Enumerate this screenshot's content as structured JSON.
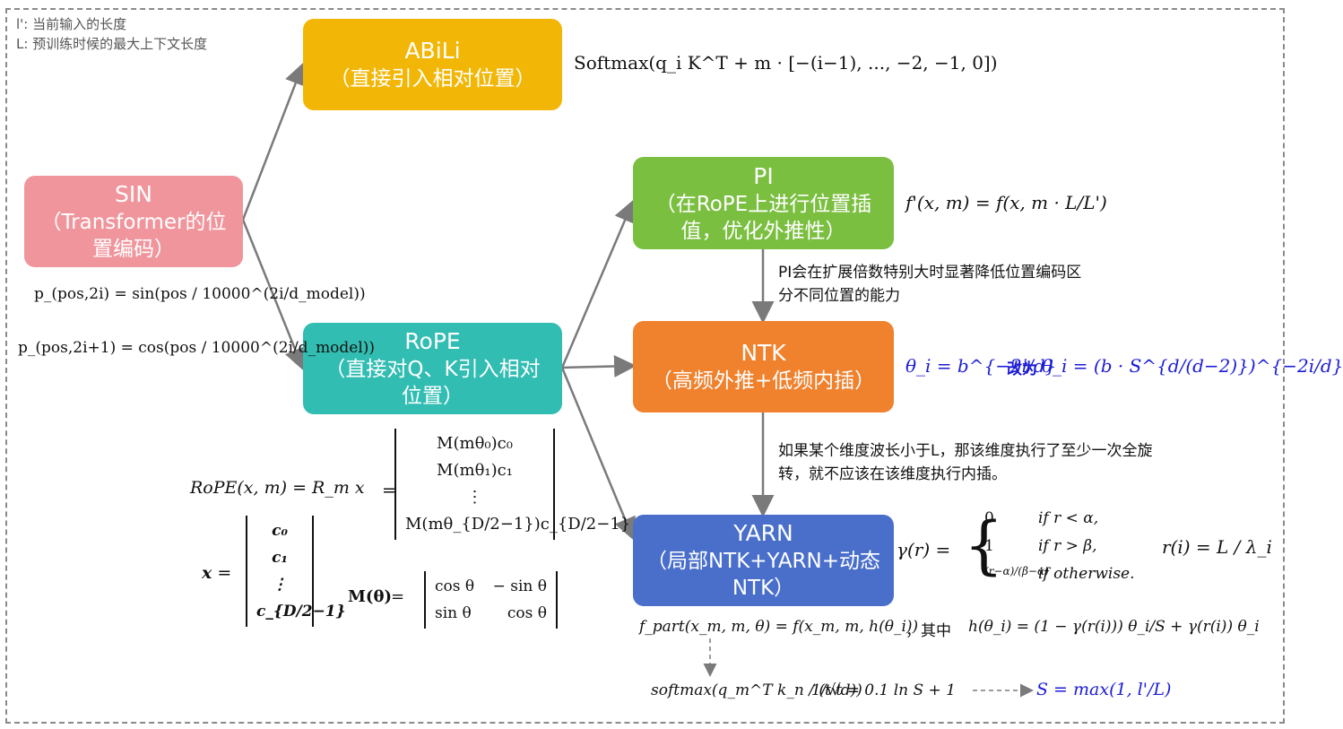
{
  "legend": {
    "line1": "l': 当前输入的长度",
    "line2": "L: 预训练时候的最大上下文长度"
  },
  "nodes": {
    "sin": {
      "title": "SIN",
      "subtitle": "（Transformer的位置编码）"
    },
    "abili": {
      "title": "ABiLi",
      "subtitle": "（直接引入相对位置）"
    },
    "rope": {
      "title": "RoPE",
      "subtitle": "（直接对Q、K引入相对位置）"
    },
    "pi": {
      "title": "PI",
      "subtitle": "（在RoPE上进行位置插值，优化外推性）"
    },
    "ntk": {
      "title": "NTK",
      "subtitle": "（高频外推+低频内插）"
    },
    "yarn": {
      "title": "YARN",
      "subtitle": "（局部NTK+YARN+动态NTK）"
    }
  },
  "notes": {
    "pi_to_ntk": "PI会在扩展倍数特别大时显著降低位置编码区分不同位置的能力",
    "ntk_to_yarn": "如果某个维度波长小于L，那该维度执行了至少一次全旋转，就不应该在该维度执行内插。"
  },
  "formulas": {
    "abili": "Softmax(q_i K^T + m · [−(i−1), ..., −2, −1, 0])",
    "pi": "f'(x, m) = f(x, m · L/L')",
    "ntk_a": "θ_i = b^{−2i/d}",
    "ntk_mid": "改为",
    "ntk_b": "θ_i = (b · S^{d/(d−2)})^{−2i/d}",
    "sin_even": "p_(pos,2i) = sin(pos / 10000^(2i/d_model))",
    "sin_odd": "p_(pos,2i+1) = cos(pos / 10000^(2i/d_model))",
    "rope_def": "RoPE(x, m) = R_m x",
    "rope_rows": [
      "M(mθ₀)c₀",
      "M(mθ₁)c₁",
      "⋮",
      "M(mθ_{D/2−1})c_{D/2−1}"
    ],
    "x_rows": [
      "c₀",
      "c₁",
      "⋮",
      "c_{D/2−1}"
    ],
    "m_theta": "M(θ)",
    "m_rows": [
      [
        "cos θ",
        "− sin θ"
      ],
      [
        "sin θ",
        "cos θ"
      ]
    ],
    "gamma_lhs": "γ(r) =",
    "gamma_cases": [
      [
        "0",
        "if r < α,"
      ],
      [
        "1",
        "if r > β,"
      ],
      [
        "(r−α)/(β−α)",
        "if otherwise."
      ]
    ],
    "r_def": "r(i) = L / λ_i",
    "fpart": "f_part(x_m, m, θ) = f(x_m, m, h(θ_i))",
    "fpart_mid": "，其中",
    "h_def": "h(θ_i) = (1 − γ(r(i))) θ_i/S + γ(r(i)) θ_i",
    "softmax": "softmax(q_m^T k_n / (t√d))",
    "t_def": "1/√t = 0.1 ln S + 1",
    "s_def": "S = max(1, l'/L)"
  }
}
